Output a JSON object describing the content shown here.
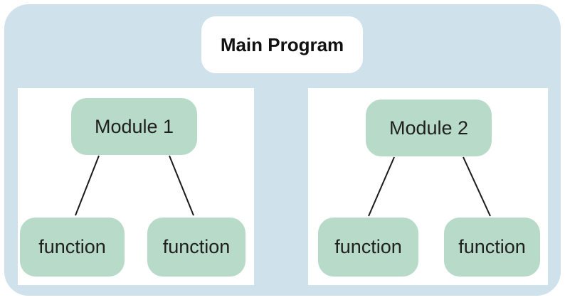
{
  "diagram": {
    "main_program": {
      "label": "Main Program"
    },
    "modules": [
      {
        "label": "Module 1",
        "functions": [
          {
            "label": "function"
          },
          {
            "label": "function"
          }
        ]
      },
      {
        "label": "Module 2",
        "functions": [
          {
            "label": "function"
          },
          {
            "label": "function"
          }
        ]
      }
    ]
  },
  "colors": {
    "background": "#ffffff",
    "canvas": "#cfe1ea",
    "panel_fill": "#ffffff",
    "node_fill": "#b8dbc9",
    "main_node_fill": "#ffffff",
    "line": "#1b1b1b",
    "text": "#1f1f1f"
  }
}
